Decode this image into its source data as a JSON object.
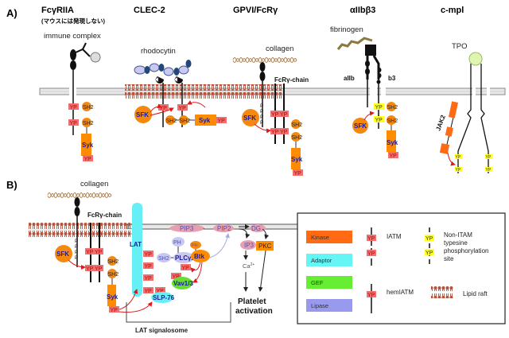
{
  "panel_a": {
    "label": "A)",
    "receptors": [
      {
        "name": "FcγRIIA",
        "note": "(マウスには発現しない)",
        "ligand": "immune complex"
      },
      {
        "name": "CLEC-2",
        "ligand": "rhodocytin"
      },
      {
        "name": "GPVI/FcRγ",
        "ligand": "collagen",
        "chain": "FcRγ-chain"
      },
      {
        "name": "αIIbβ3",
        "ligand": "fibrinogen",
        "subunit_a": "aIIb",
        "subunit_b": "b3"
      },
      {
        "name": "c-mpl",
        "ligand": "TPO",
        "kinase": "JAK2"
      }
    ]
  },
  "panel_b": {
    "label": "B)",
    "ligand": "collagen",
    "chain": "FcRγ-chain",
    "lat": "LAT",
    "lipids": [
      "PIP3",
      "PIP2",
      "DG",
      "IP3"
    ],
    "ca": "Ca",
    "ca_sup": "2+",
    "proteins": {
      "plc": "PLCγ2",
      "btk": "Btk",
      "vav": "Vav1/3",
      "slp": "SLP-76",
      "pkc": "PKC",
      "ph": "PH"
    },
    "signalosome_label": "LAT signalosome",
    "outcome_line1": "Platelet",
    "outcome_line2": "activation"
  },
  "common": {
    "yp": "YP",
    "sh2": "SH2",
    "syk": "Syk",
    "sfk": "SFK",
    "p": "P"
  },
  "legend": {
    "categories": [
      {
        "label": "Kinase",
        "color": "#ff6a13"
      },
      {
        "label": "Adaptor",
        "color": "#66f5f5"
      },
      {
        "label": "GEF",
        "color": "#66ee33"
      },
      {
        "label": "Lipase",
        "color": "#9999ee"
      }
    ],
    "itam": "IATM",
    "hemitam": "hemIATM",
    "non_itam": [
      "Non-ITAM",
      "typesine",
      "phosphorylation",
      "site"
    ],
    "lipid_raft": "Lipid raft"
  },
  "colors": {
    "kinase": "#ff8c00",
    "sfk": "#f5890f",
    "yp_red": "#f07070",
    "yp_yellow": "#ffff22",
    "raft": "#b5533c",
    "lipase": "#c8c8f0",
    "adaptor": "#66f0f5",
    "gef": "#66dd33",
    "arrow": "#e01818",
    "text_blue": "#1a1a9a"
  }
}
